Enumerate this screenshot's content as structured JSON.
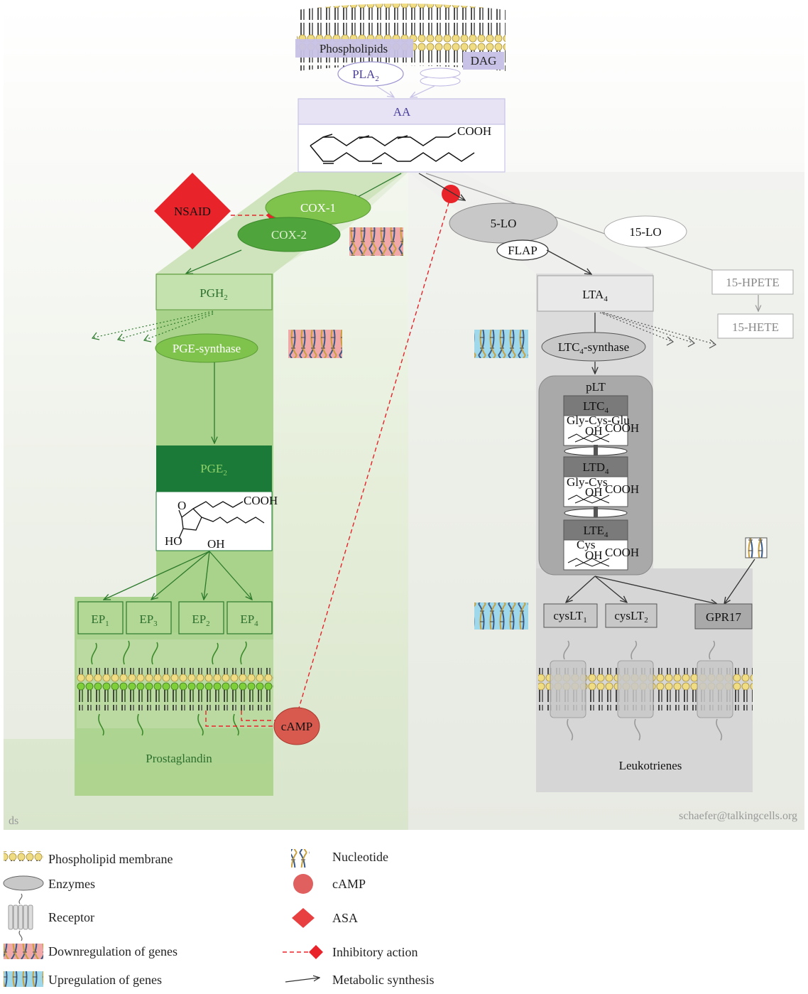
{
  "membrane_top": {
    "phospholipids": "Phospholipids",
    "dag": "DAG",
    "pla2": "PLA",
    "pla2_sub": "2"
  },
  "aa": {
    "label": "AA",
    "cooh": "COOH"
  },
  "left": {
    "nsaid": "NSAID",
    "cox1": "COX-1",
    "cox2": "COX-2",
    "pgh2": "PGH",
    "pgh2_sub": "2",
    "pge_synthase": "PGE-synthase",
    "pge2": "PGE",
    "pge2_sub": "2",
    "pge2_struct": {
      "o": "O",
      "cooh": "COOH",
      "ho": "HO",
      "oh": "OH"
    },
    "ep1": "EP",
    "ep1_sub": "1",
    "ep3": "EP",
    "ep3_sub": "3",
    "ep2": "EP",
    "ep2_sub": "2",
    "ep4": "EP",
    "ep4_sub": "4",
    "camp": "cAMP",
    "section_label": "Prostaglandin"
  },
  "right": {
    "lo5": "5-LO",
    "flap": "FLAP",
    "lo15": "15-LO",
    "hpete": "15-HPETE",
    "hete": "15-HETE",
    "lta4": "LTA",
    "lta4_sub": "4",
    "ltc4_synthase": "LTC",
    "ltc4_synthase_sub": "4",
    "ltc4_synthase_tail": "-synthase",
    "plt": "pLT",
    "ltc4": "LTC",
    "ltc4_sub": "4",
    "ltd4": "LTD",
    "ltd4_sub": "4",
    "lte4": "LTE",
    "lte4_sub": "4",
    "ltc4_chem": "Gly-Cys-Glu",
    "ltd4_chem": "Gly-Cys",
    "lte4_chem": "Cys",
    "chem_oh": "OH",
    "chem_cooh": "COOH",
    "cyslt1": "cysLT",
    "cyslt1_sub": "1",
    "cyslt2": "cysLT",
    "cyslt2_sub": "2",
    "gpr17": "GPR17",
    "section_label": "Leukotrienes"
  },
  "footer": {
    "left": "ds",
    "right": "schaefer@talkingcells.org"
  },
  "legend": [
    {
      "icon": "phospholipid-membrane-icon",
      "label": "Phospholipid membrane"
    },
    {
      "icon": "enzyme-icon",
      "label": "Enzymes"
    },
    {
      "icon": "receptor-icon",
      "label": "Receptor"
    },
    {
      "icon": "downregulation-icon",
      "label": "Downregulation of genes"
    },
    {
      "icon": "upregulation-icon",
      "label": "Upregulation of genes"
    },
    {
      "icon": "nucleotide-icon",
      "label": "Nucleotide"
    },
    {
      "icon": "camp-icon",
      "label": "cAMP"
    },
    {
      "icon": "asa-icon",
      "label": "ASA"
    },
    {
      "icon": "inhibitory-action-icon",
      "label": "Inhibitory action"
    },
    {
      "icon": "metabolic-synthesis-icon",
      "label": "Metabolic synthesis"
    }
  ],
  "colors": {
    "green_light": "#8cc86a",
    "green_mid": "#4fa43c",
    "green_dark": "#1c7a38",
    "red": "#e8242a",
    "camp": "#d85a4e",
    "grey_enzyme": "#c8c8c8",
    "purple_text": "#4a3f9a"
  }
}
